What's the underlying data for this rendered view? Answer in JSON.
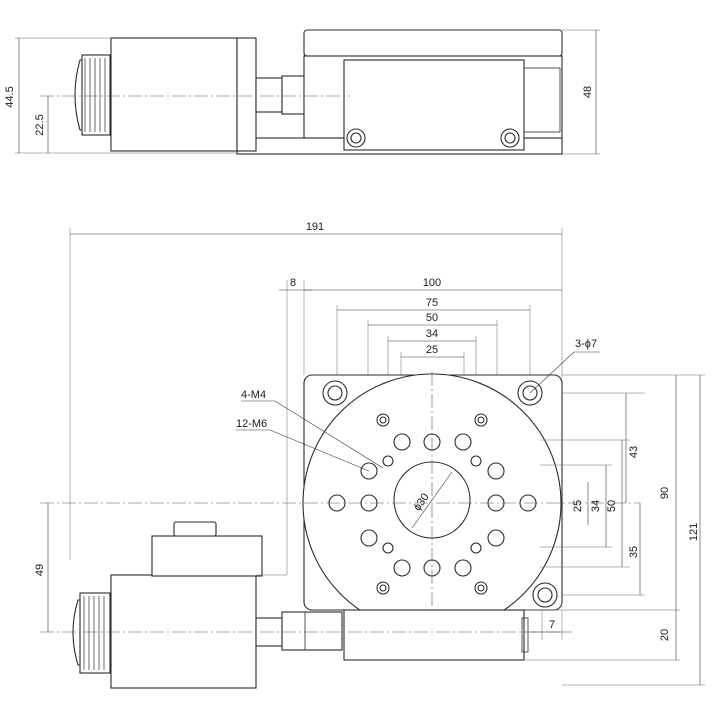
{
  "side_view": {
    "dims": {
      "overall_height": "44.5",
      "knob_axis_height": "22.5",
      "stage_height": "48"
    }
  },
  "top_view": {
    "dims": {
      "overall_width": "191",
      "flange": "8",
      "stage_width": "100",
      "bolt_75": "75",
      "bolt_50": "50",
      "bolt_34": "34",
      "bolt_25": "25",
      "v_43": "43",
      "v_25": "25",
      "v_34": "34",
      "v_50": "50",
      "v_35": "35",
      "v_90": "90",
      "v_121": "121",
      "v_20": "20",
      "v_7": "7",
      "knob_axis_49": "49",
      "center_bore": "30"
    },
    "callouts": {
      "mounting_holes": "3-",
      "mounting_holes_dia": "7",
      "m4_holes": "4-M4",
      "m6_holes": "12-M6"
    }
  },
  "glyphs": {
    "phi": "ϕ"
  }
}
